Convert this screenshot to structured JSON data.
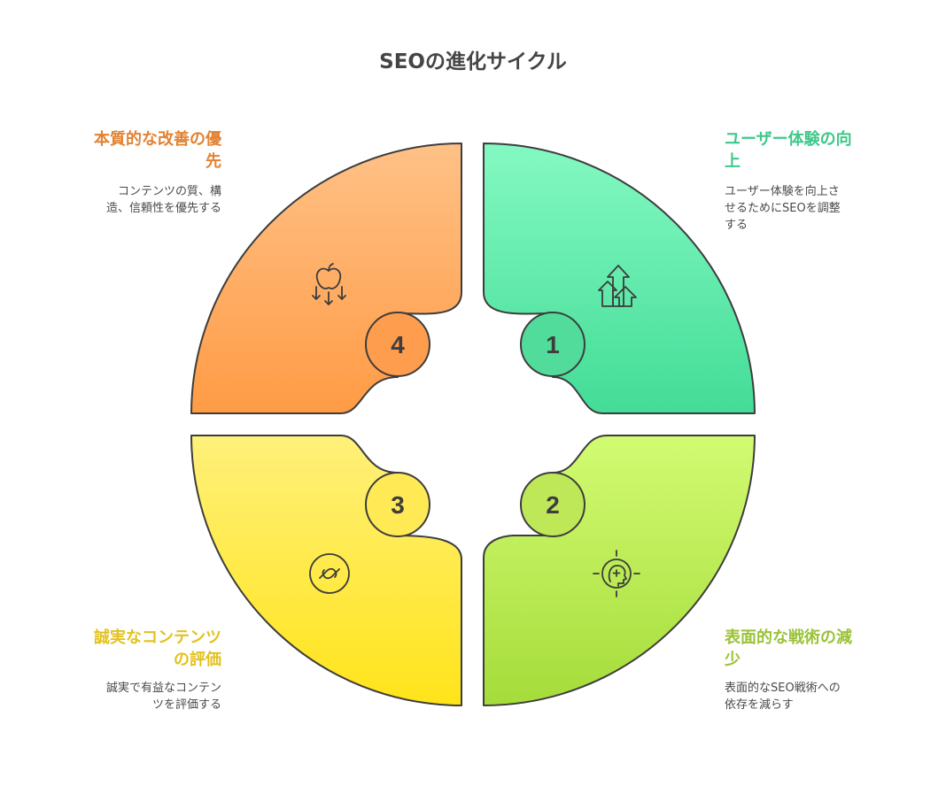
{
  "title": "SEOの進化サイクル",
  "colors": {
    "step1": "#3ed08e",
    "step2": "#a6d83a",
    "step3": "#e9c81a",
    "step4": "#e8893a",
    "stroke": "#3d3d3d"
  },
  "steps": [
    {
      "number": "1",
      "title": "ユーザー体験の向上",
      "description": "ユーザー体験を向上させるためにSEOを調整する",
      "icon": "arrows-up-icon"
    },
    {
      "number": "2",
      "title": "表面的な戦術の減少",
      "description": "表面的なSEO戦術への依存を減らす",
      "icon": "target-head-icon"
    },
    {
      "number": "3",
      "title": "誠実なコンテンツの評価",
      "description": "誠実で有益なコンテンツを評価する",
      "icon": "link-circle-icon"
    },
    {
      "number": "4",
      "title": "本質的な改善の優先",
      "description": "コンテンツの質、構造、信頼性を優先する",
      "icon": "apple-arrows-icon"
    }
  ]
}
